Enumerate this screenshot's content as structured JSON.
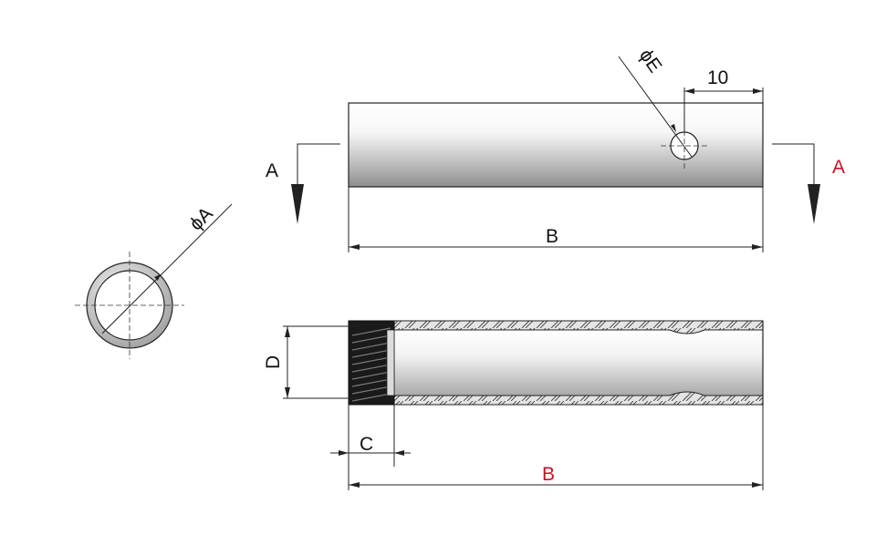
{
  "labels": {
    "section_left": "A",
    "section_right": "A",
    "diameter_outer": "ϕA",
    "diameter_hole": "ϕE",
    "hole_offset": "10",
    "length_top": "B",
    "length_bottom": "B",
    "thread_depth": "C",
    "inner_diameter": "D"
  },
  "colors": {
    "accent_red": "#cc1020",
    "line": "#222222"
  }
}
